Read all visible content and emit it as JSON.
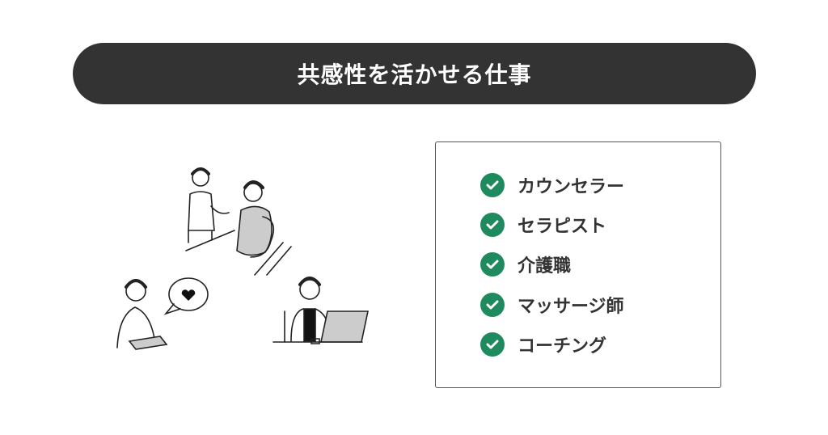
{
  "title": "共感性を活かせる仕事",
  "accent_color": "#1f8a5e",
  "jobs": [
    "カウンセラー",
    "セラピスト",
    "介護職",
    "マッサージ師",
    "コーチング"
  ]
}
